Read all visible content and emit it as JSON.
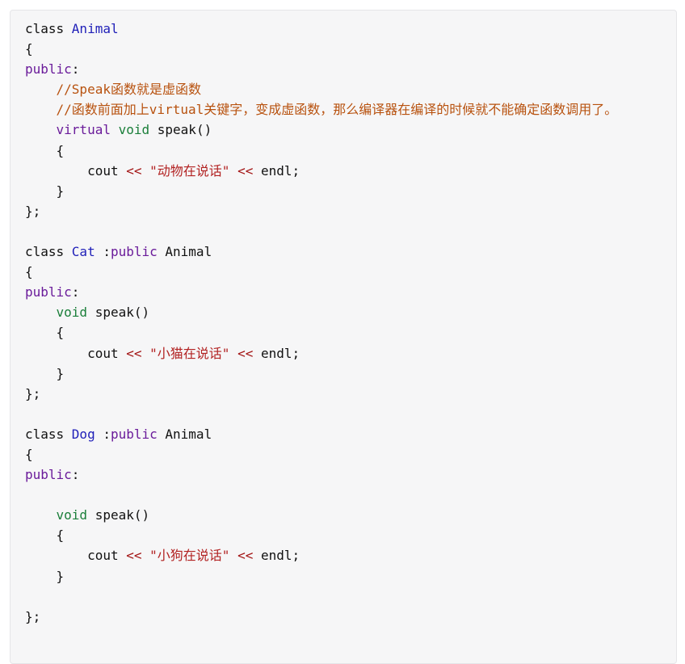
{
  "code": {
    "lines": [
      [
        {
          "t": "class ",
          "k": "kw-plain"
        },
        {
          "t": "Animal",
          "k": "cls"
        }
      ],
      [
        {
          "t": "{",
          "k": "plain"
        }
      ],
      [
        {
          "t": "public",
          "k": "kw-access"
        },
        {
          "t": ":",
          "k": "plain"
        }
      ],
      [
        {
          "t": "    ",
          "k": "plain"
        },
        {
          "t": "//Speak函数就是虚函数",
          "k": "comment"
        }
      ],
      [
        {
          "t": "    ",
          "k": "plain"
        },
        {
          "t": "//函数前面加上virtual关键字，变成虚函数，那么编译器在编译的时候就不能确定函数调用了。",
          "k": "comment"
        }
      ],
      [
        {
          "t": "    ",
          "k": "plain"
        },
        {
          "t": "virtual",
          "k": "kw-access"
        },
        {
          "t": " ",
          "k": "plain"
        },
        {
          "t": "void",
          "k": "type"
        },
        {
          "t": " speak()",
          "k": "plain"
        }
      ],
      [
        {
          "t": "    {",
          "k": "plain"
        }
      ],
      [
        {
          "t": "        cout ",
          "k": "plain"
        },
        {
          "t": "<<",
          "k": "op"
        },
        {
          "t": " ",
          "k": "plain"
        },
        {
          "t": "\"动物在说话\"",
          "k": "str"
        },
        {
          "t": " ",
          "k": "plain"
        },
        {
          "t": "<<",
          "k": "op"
        },
        {
          "t": " endl;",
          "k": "plain"
        }
      ],
      [
        {
          "t": "    }",
          "k": "plain"
        }
      ],
      [
        {
          "t": "};",
          "k": "plain"
        }
      ],
      [
        {
          "t": "",
          "k": "plain"
        }
      ],
      [
        {
          "t": "class ",
          "k": "kw-plain"
        },
        {
          "t": "Cat",
          "k": "cls"
        },
        {
          "t": " :",
          "k": "plain"
        },
        {
          "t": "public",
          "k": "kw-access"
        },
        {
          "t": " Animal",
          "k": "plain"
        }
      ],
      [
        {
          "t": "{",
          "k": "plain"
        }
      ],
      [
        {
          "t": "public",
          "k": "kw-access"
        },
        {
          "t": ":",
          "k": "plain"
        }
      ],
      [
        {
          "t": "    ",
          "k": "plain"
        },
        {
          "t": "void",
          "k": "type"
        },
        {
          "t": " speak()",
          "k": "plain"
        }
      ],
      [
        {
          "t": "    {",
          "k": "plain"
        }
      ],
      [
        {
          "t": "        cout ",
          "k": "plain"
        },
        {
          "t": "<<",
          "k": "op"
        },
        {
          "t": " ",
          "k": "plain"
        },
        {
          "t": "\"小猫在说话\"",
          "k": "str"
        },
        {
          "t": " ",
          "k": "plain"
        },
        {
          "t": "<<",
          "k": "op"
        },
        {
          "t": " endl;",
          "k": "plain"
        }
      ],
      [
        {
          "t": "    }",
          "k": "plain"
        }
      ],
      [
        {
          "t": "};",
          "k": "plain"
        }
      ],
      [
        {
          "t": "",
          "k": "plain"
        }
      ],
      [
        {
          "t": "class ",
          "k": "kw-plain"
        },
        {
          "t": "Dog",
          "k": "cls"
        },
        {
          "t": " :",
          "k": "plain"
        },
        {
          "t": "public",
          "k": "kw-access"
        },
        {
          "t": " Animal",
          "k": "plain"
        }
      ],
      [
        {
          "t": "{",
          "k": "plain"
        }
      ],
      [
        {
          "t": "public",
          "k": "kw-access"
        },
        {
          "t": ":",
          "k": "plain"
        }
      ],
      [
        {
          "t": "",
          "k": "plain"
        }
      ],
      [
        {
          "t": "    ",
          "k": "plain"
        },
        {
          "t": "void",
          "k": "type"
        },
        {
          "t": " speak()",
          "k": "plain"
        }
      ],
      [
        {
          "t": "    {",
          "k": "plain"
        }
      ],
      [
        {
          "t": "        cout ",
          "k": "plain"
        },
        {
          "t": "<<",
          "k": "op"
        },
        {
          "t": " ",
          "k": "plain"
        },
        {
          "t": "\"小狗在说话\"",
          "k": "str"
        },
        {
          "t": " ",
          "k": "plain"
        },
        {
          "t": "<<",
          "k": "op"
        },
        {
          "t": " endl;",
          "k": "plain"
        }
      ],
      [
        {
          "t": "    }",
          "k": "plain"
        }
      ],
      [
        {
          "t": "",
          "k": "plain"
        }
      ],
      [
        {
          "t": "};",
          "k": "plain"
        }
      ]
    ]
  },
  "colors": {
    "background": "#f6f6f7",
    "class_name": "#1f1fb8",
    "access_keyword": "#6a1b9a",
    "type_keyword": "#1b7f3a",
    "string": "#b22222",
    "operator": "#a31515",
    "comment": "#b8520f"
  }
}
